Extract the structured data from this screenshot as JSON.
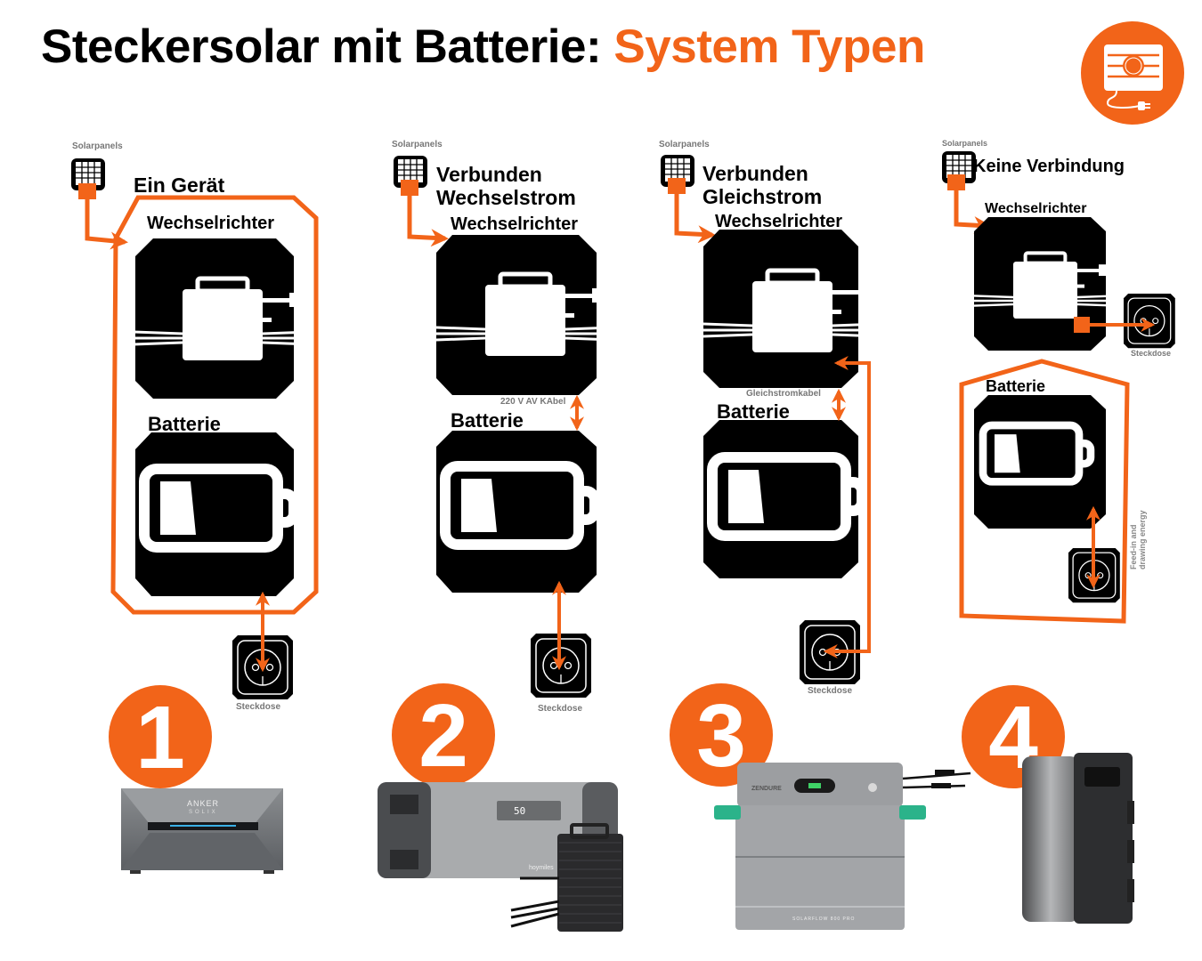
{
  "header": {
    "title_main": "Steckersolar mit Batterie:",
    "title_accent": "System Typen",
    "logo_icon": "solar-panel-plug-icon"
  },
  "colors": {
    "accent": "#f26419",
    "box": "#000000",
    "label_grey": "#777777"
  },
  "systems": [
    {
      "number": "1",
      "heading": "Ein Gerät",
      "solar_label": "Solarpanels",
      "inverter_label": "Wechselrichter",
      "battery_label": "Batterie",
      "outlet_label": "Steckdose",
      "product_brand": "ANKER",
      "product_line": "SOLIX"
    },
    {
      "number": "2",
      "heading_line1": "Verbunden",
      "heading_line2": "Wechselstrom",
      "solar_label": "Solarpanels",
      "inverter_label": "Wechselrichter",
      "battery_label": "Batterie",
      "cable_label": "220 V AV  KAbel",
      "outlet_label": "Steckdose",
      "product_display": "50",
      "product_brand": "hoymiles"
    },
    {
      "number": "3",
      "heading_line1": "Verbunden",
      "heading_line2": "Gleichstrom",
      "solar_label": "Solarpanels",
      "inverter_label": "Wechselrichter",
      "battery_label": "Batterie",
      "cable_label": "Gleichstromkabel",
      "outlet_label": "Steckdose",
      "product_brand": "ZENDURE",
      "product_model": "SOLARFLOW 800 PRO"
    },
    {
      "number": "4",
      "heading": "Keine Verbindung",
      "solar_label": "Solarpanels",
      "inverter_label": "Wechselrichter",
      "battery_label": "Batterie",
      "outlet_label": "Steckdose",
      "side_note_line1": "Feed-in and",
      "side_note_line2": "drawing energy"
    }
  ]
}
